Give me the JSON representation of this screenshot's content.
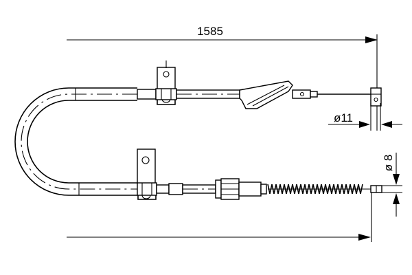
{
  "dimensions": {
    "length_label": "1585",
    "diameter_top_label": "ø11",
    "diameter_bottom_label": "ø 8"
  }
}
